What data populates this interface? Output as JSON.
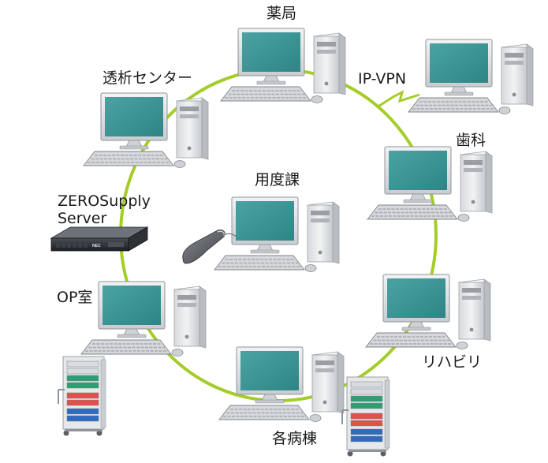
{
  "labels": {
    "pharmacy": "薬局",
    "dialysis": "透析センター",
    "ipvpn": "IP-VPN",
    "dental": "歯科",
    "procurement": "用度課",
    "server": "ZEROSupply\nServer",
    "op_room": "OP室",
    "rehab": "リハビリ",
    "wards": "各病棟"
  },
  "server_brand": "NEC",
  "colors": {
    "ring": "#a4cd2a",
    "screen": "#3c9494",
    "case": "#e2e4e6",
    "cart_red": "#e2504c",
    "cart_blue": "#2f6bbf",
    "cart_green": "#2f9e72"
  }
}
